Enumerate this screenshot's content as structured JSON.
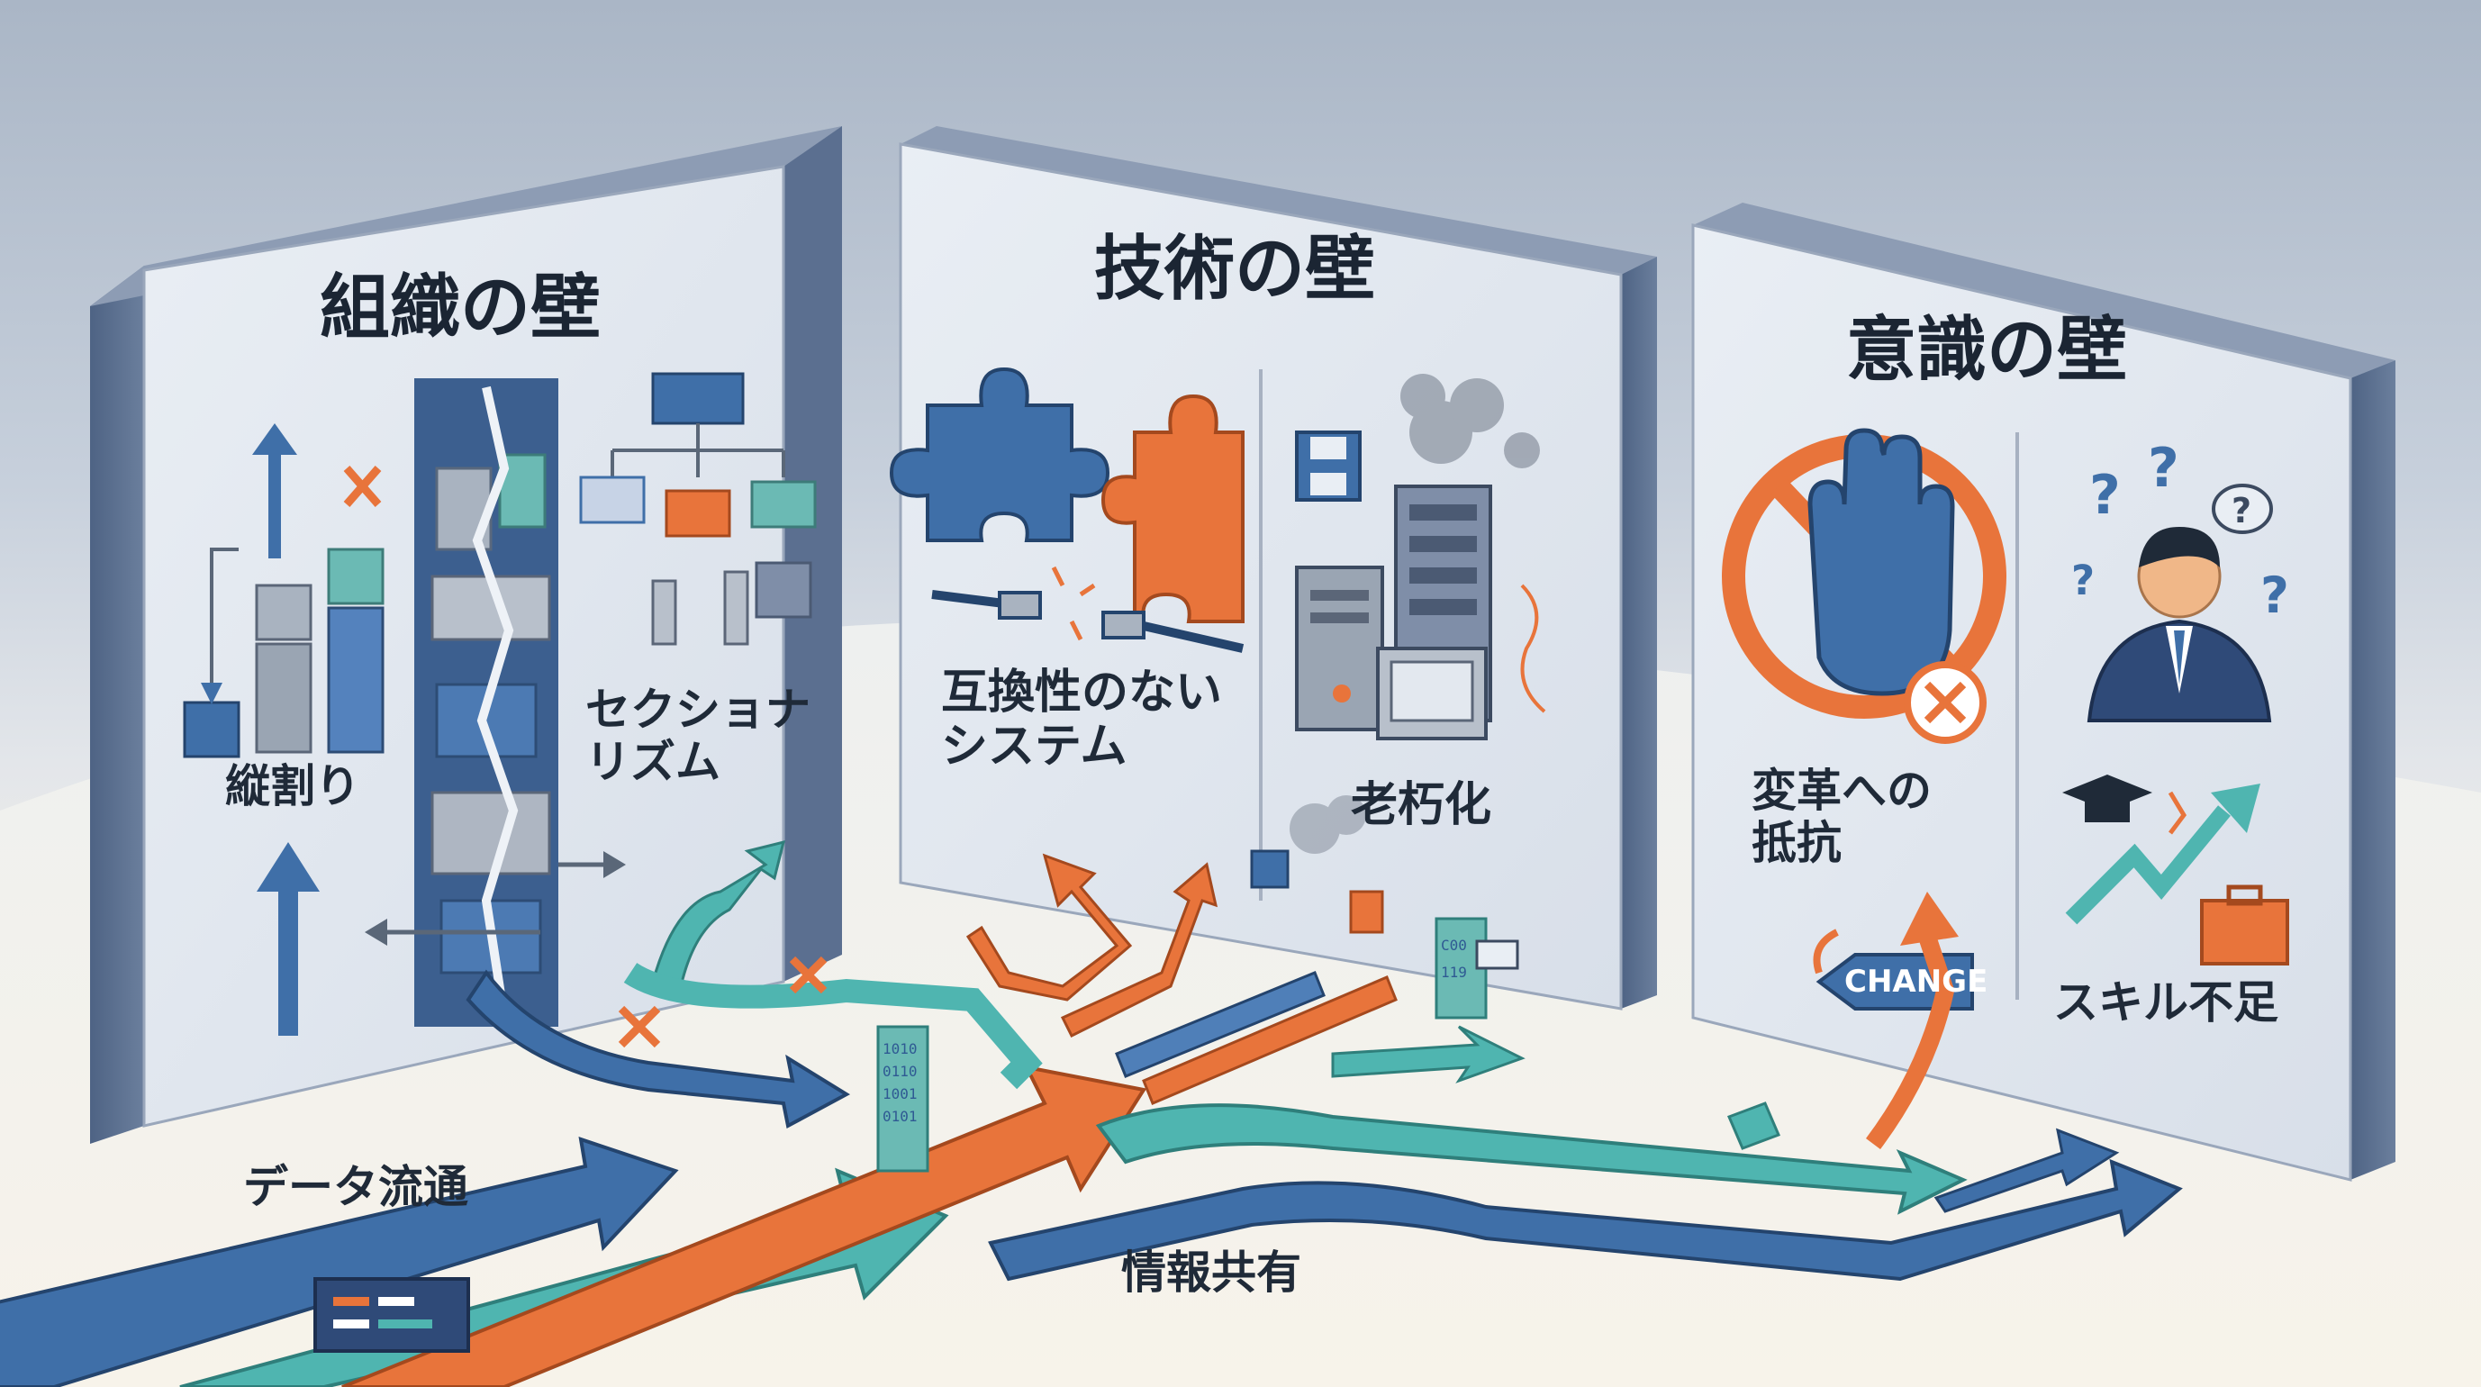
{
  "walls": [
    {
      "title": "組織の壁",
      "left_label": "縦割り",
      "right_label": "セクショナ\nリズム"
    },
    {
      "title": "技術の壁",
      "left_label": "互換性のない\nシステム",
      "right_label": "老朽化"
    },
    {
      "title": "意識の壁",
      "left_label": "変革への\n抵抗",
      "right_label": "スキル不足",
      "change_sign": "CHANGE"
    }
  ],
  "flow_labels": {
    "data_flow": "データ流通",
    "info_sharing": "情報共有"
  },
  "icons": [
    "arrow-up-icon",
    "x-mark-icon",
    "cube-icon",
    "bar-block-icon",
    "org-chart-icon",
    "puzzle-piece-icon",
    "usb-cable-icon",
    "floppy-disk-icon",
    "server-icon",
    "computer-tower-icon",
    "crt-monitor-icon",
    "smoke-icon",
    "stop-hand-icon",
    "question-mark-icon",
    "businessman-icon",
    "graduation-cap-icon",
    "rising-arrow-icon",
    "briefcase-icon",
    "document-icon",
    "binary-data-icon"
  ],
  "colors": {
    "blue": "#3f6fa8",
    "dark_blue": "#2f5a93",
    "orange": "#e8743b",
    "teal": "#4fb5b0",
    "wall_face": "#dfe5ed",
    "wall_side": "#5a6f8f",
    "text": "#1f2a38"
  }
}
